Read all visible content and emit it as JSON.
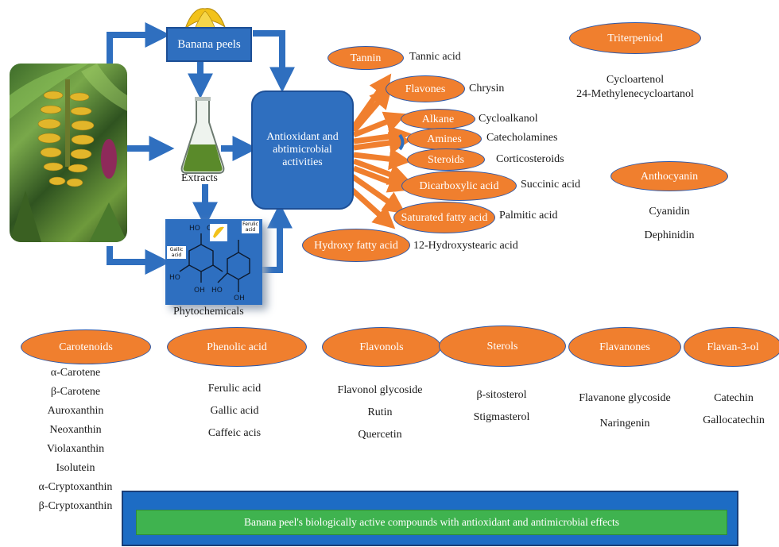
{
  "source": {
    "peels": "Banana peels",
    "extracts": "Extracts",
    "phytochemicals": "Phytochemicals"
  },
  "center_box": "Antioxidant and abtimicrobial activities",
  "structure_labels": {
    "gallic": "Gallic acid",
    "ferulic": "Ferulic acid"
  },
  "rays": [
    {
      "class": "Tannin",
      "compound": "Tannic acid"
    },
    {
      "class": "Flavones",
      "compound": "Chrysin"
    },
    {
      "class": "Alkane",
      "compound": "Cycloalkanol"
    },
    {
      "class": "Amines",
      "compound": "Catecholamines"
    },
    {
      "class": "Steroids",
      "compound": "Corticosteroids"
    },
    {
      "class": "Dicarboxylic acid",
      "compound": "Succinic acid"
    },
    {
      "class": "Saturated fatty acid",
      "compound": "Palmitic acid"
    },
    {
      "class": "Hydroxy fatty acid",
      "compound": "12-Hydroxystearic acid"
    }
  ],
  "groups": {
    "triterpeniod": {
      "label": "Triterpeniod",
      "items": [
        "Cycloartenol",
        "24-Methylenecycloartanol"
      ]
    },
    "anthocyanin": {
      "label": "Anthocyanin",
      "items": [
        "Cyanidin",
        "Dephinidin"
      ]
    },
    "carotenoids": {
      "label": "Carotenoids",
      "items": [
        "α-Carotene",
        "β-Carotene",
        "Auroxanthin",
        "Neoxanthin",
        "Violaxanthin",
        "Isolutein",
        "α-Cryptoxanthin",
        "β-Cryptoxanthin"
      ]
    },
    "phenolic": {
      "label": "Phenolic acid",
      "items": [
        "Ferulic acid",
        "Gallic acid",
        "Caffeic acis"
      ]
    },
    "flavonols": {
      "label": "Flavonols",
      "items": [
        "Flavonol glycoside",
        "Rutin",
        "Quercetin"
      ]
    },
    "sterols": {
      "label": "Sterols",
      "items": [
        "β-sitosterol",
        "Stigmasterol"
      ]
    },
    "flavanones": {
      "label": "Flavanones",
      "items": [
        "Flavanone glycoside",
        "Naringenin"
      ]
    },
    "flavan3ol": {
      "label": "Flavan-3-ol",
      "items": [
        "Catechin",
        "Gallocatechin"
      ]
    }
  },
  "banner": "Banana peel's biologically active compounds with antioxidant and antimicrobial effects",
  "colors": {
    "orange": "#f07f2e",
    "blue": "#2f6fbf",
    "green": "#3fb34f"
  }
}
